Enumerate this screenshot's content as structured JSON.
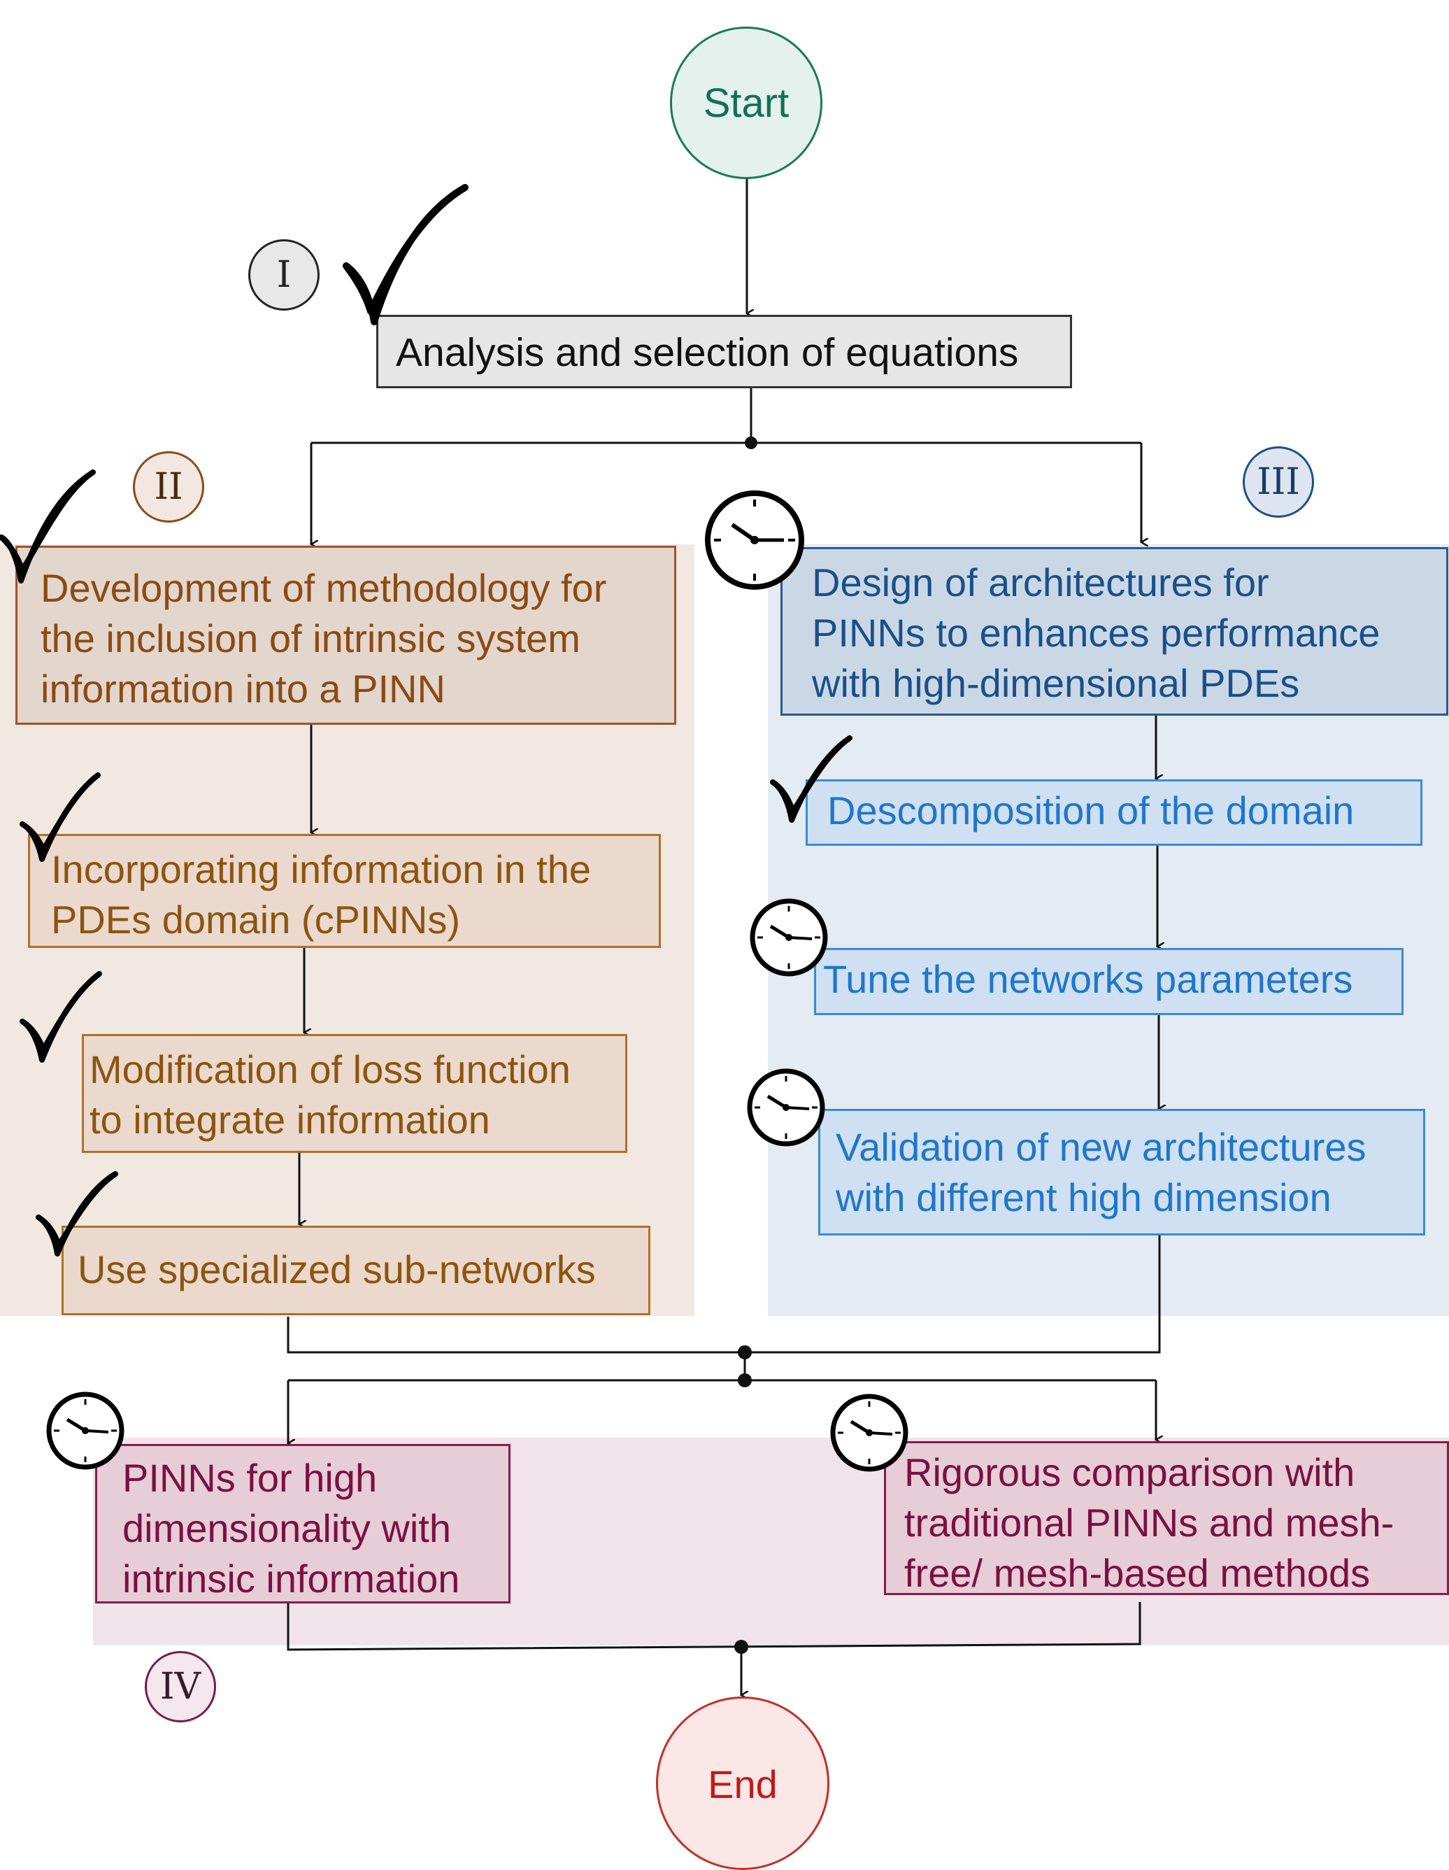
{
  "nodes": {
    "start": "Start",
    "end": "End",
    "analysis": "Analysis and selection of equations"
  },
  "section_labels": {
    "i": "I",
    "ii": "II",
    "iii": "III",
    "iv": "IV"
  },
  "section_ii": {
    "main": "Development of methodology for\nthe inclusion of intrinsic system\ninformation into a PINN",
    "step1": "Incorporating information in the\nPDEs domain (cPINNs)",
    "step2": "Modification of loss function\nto integrate information",
    "step3": "Use specialized sub-networks"
  },
  "section_iii": {
    "main": "Design of architectures for\nPINNs to enhances performance\nwith high-dimensional PDEs",
    "step1": "Descomposition of the domain",
    "step2": "Tune the networks parameters",
    "step3": "Validation of new architectures\nwith different high dimension"
  },
  "section_iv": {
    "left": "PINNs for high\ndimensionality with\nintrinsic information",
    "right": "Rigorous comparison with\ntraditional PINNs and mesh-\nfree/ mesh-based methods"
  },
  "colors": {
    "start_accent": "#1a7a5a",
    "end_accent": "#c0302a",
    "section_ii_accent": "#8c4a12",
    "section_iii_accent": "#1a4f8a",
    "section_iv_accent": "#7a1040"
  },
  "status_icons": {
    "done": "check-mark-icon",
    "pending": "clock-icon"
  }
}
